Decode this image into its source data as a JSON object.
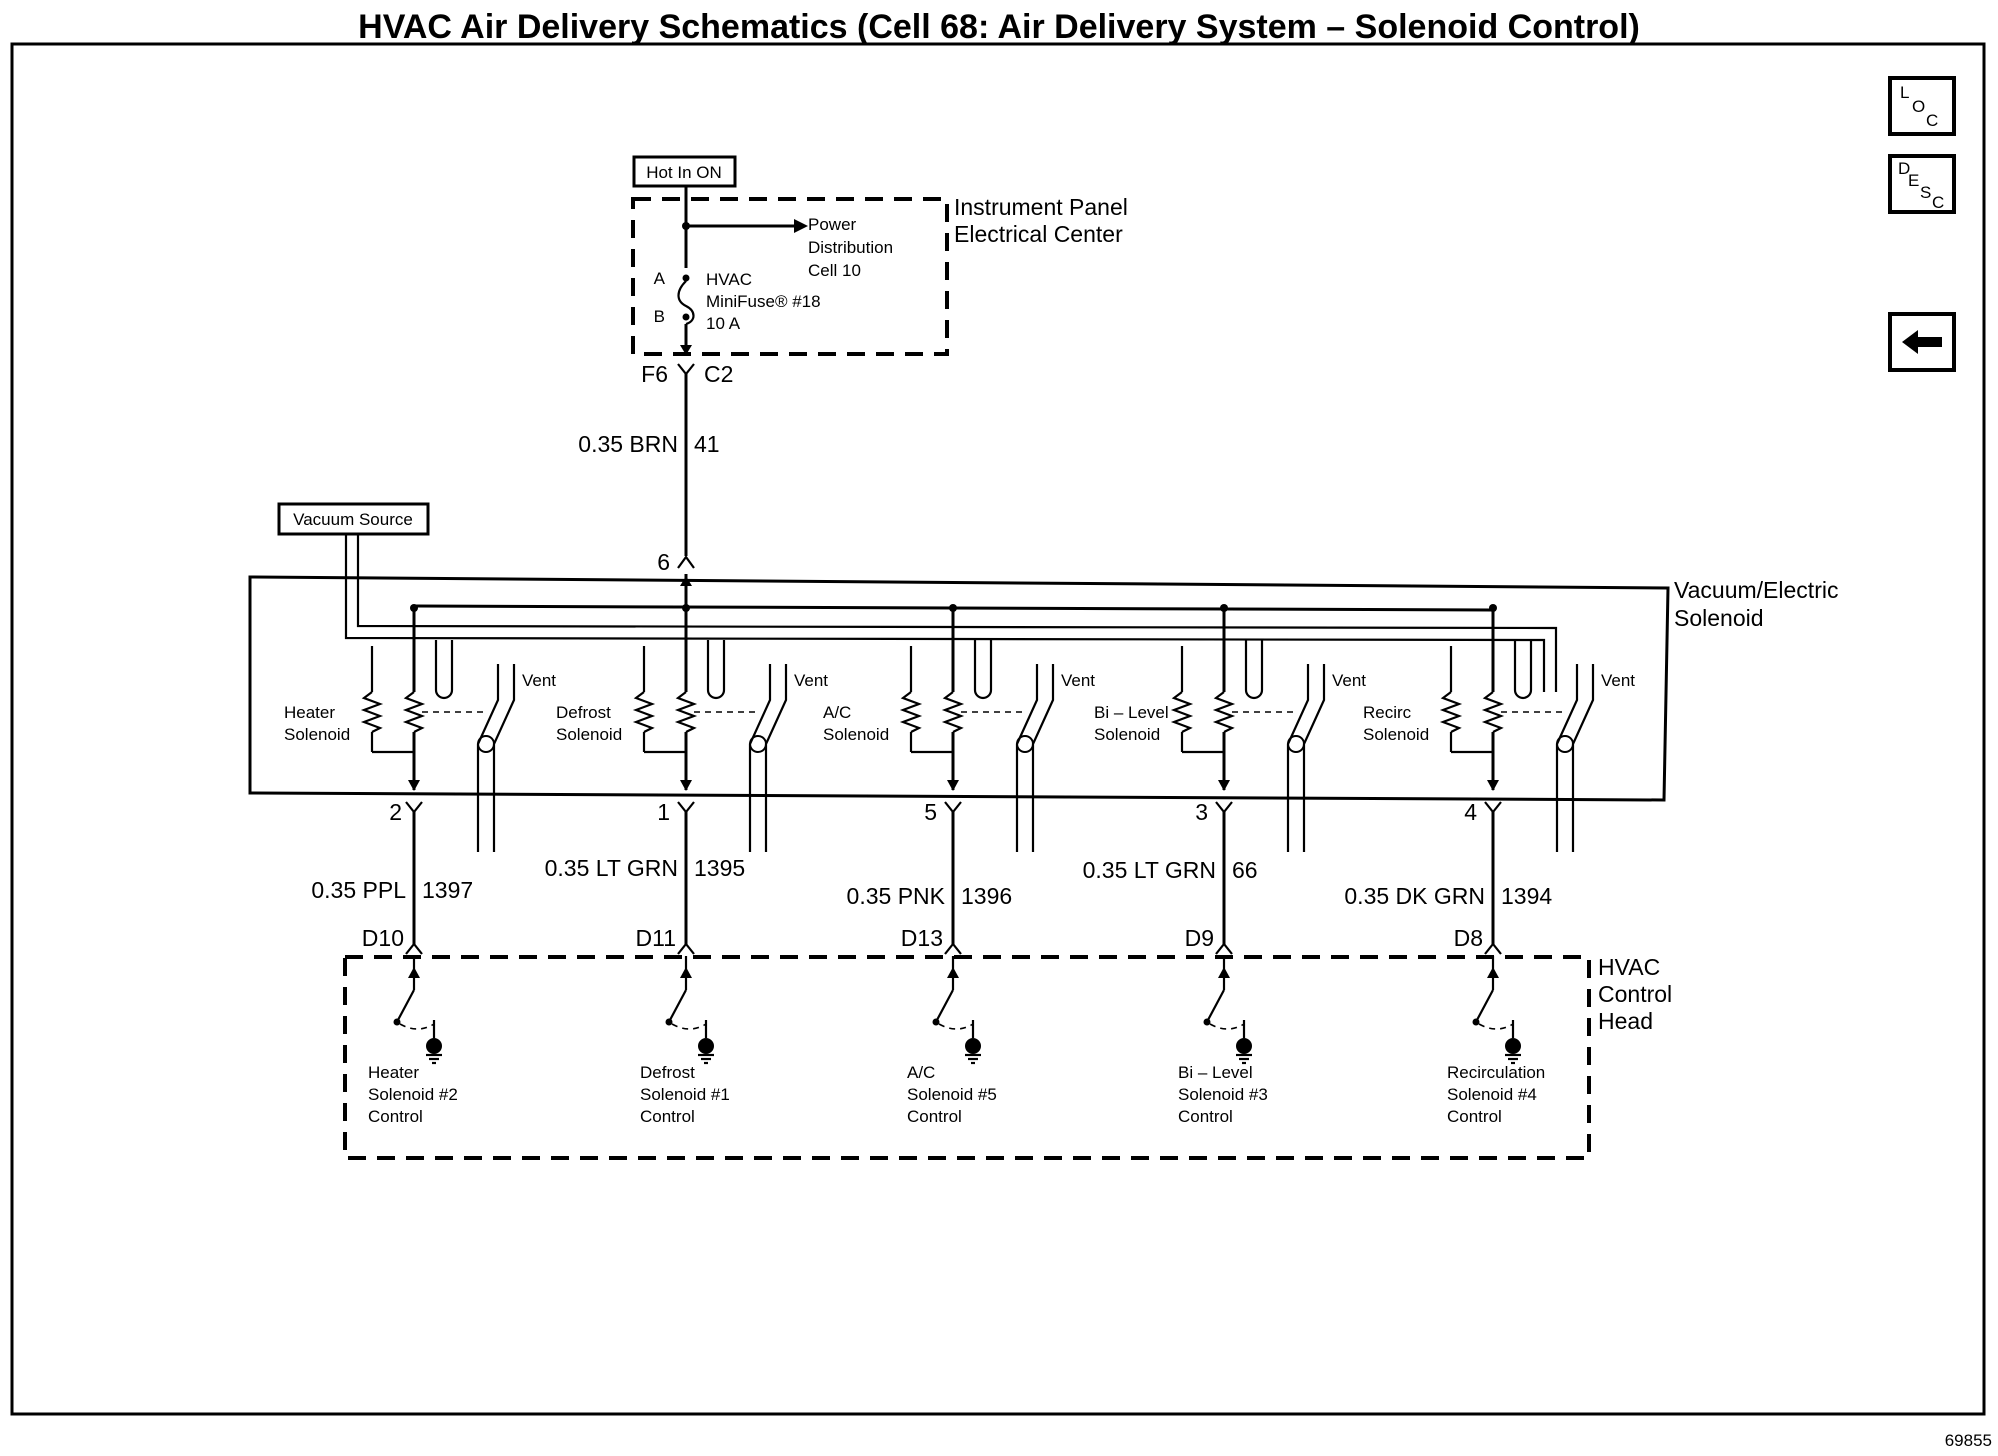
{
  "title": "HVAC Air Delivery Schematics (Cell 68: Air Delivery System – Solenoid Control)",
  "figure_id": "69855",
  "nav": {
    "loc": {
      "l": "L",
      "o": "O",
      "c": "C"
    },
    "desc": {
      "d": "D",
      "e": "E",
      "s": "S",
      "c": "C"
    },
    "back_icon": "left-arrow-icon"
  },
  "power": {
    "hot_in_label": "Hot In ON",
    "ipec_title_1": "Instrument Panel",
    "ipec_title_2": "Electrical Center",
    "pdc_1": "Power",
    "pdc_2": "Distribution",
    "pdc_3": "Cell 10",
    "fuse_1": "HVAC",
    "fuse_2": "MiniFuse® #18",
    "fuse_3": "10 A",
    "pin_a": "A",
    "pin_b": "B",
    "conn_left": "F6",
    "conn_right": "C2",
    "feed_wire": "0.35 BRN",
    "feed_circuit": "41",
    "solenoid_pin": "6"
  },
  "vacuum_source": "Vacuum Source",
  "solenoid_assembly": {
    "title_1": "Vacuum/Electric",
    "title_2": "Solenoid",
    "vent_label": "Vent"
  },
  "channels": [
    {
      "name_1": "Heater",
      "name_2": "Solenoid",
      "pin": "2",
      "wire": "0.35 PPL",
      "circuit": "1397",
      "head_pin": "D10",
      "ctrl_1": "Heater",
      "ctrl_2": "Solenoid #2",
      "ctrl_3": "Control"
    },
    {
      "name_1": "Defrost",
      "name_2": "Solenoid",
      "pin": "1",
      "wire": "0.35 LT GRN",
      "circuit": "1395",
      "head_pin": "D11",
      "ctrl_1": "Defrost",
      "ctrl_2": "Solenoid #1",
      "ctrl_3": "Control"
    },
    {
      "name_1": "A/C",
      "name_2": "Solenoid",
      "pin": "5",
      "wire": "0.35 PNK",
      "circuit": "1396",
      "head_pin": "D13",
      "ctrl_1": "A/C",
      "ctrl_2": "Solenoid #5",
      "ctrl_3": "Control"
    },
    {
      "name_1": "Bi – Level",
      "name_2": "Solenoid",
      "pin": "3",
      "wire": "0.35 LT GRN",
      "circuit": "66",
      "head_pin": "D9",
      "ctrl_1": "Bi – Level",
      "ctrl_2": "Solenoid #3",
      "ctrl_3": "Control"
    },
    {
      "name_1": "Recirc",
      "name_2": "Solenoid",
      "pin": "4",
      "wire": "0.35 DK GRN",
      "circuit": "1394",
      "head_pin": "D8",
      "ctrl_1": "Recirculation",
      "ctrl_2": "Solenoid #4",
      "ctrl_3": "Control"
    }
  ],
  "control_head": {
    "title_1": "HVAC",
    "title_2": "Control",
    "title_3": "Head"
  }
}
